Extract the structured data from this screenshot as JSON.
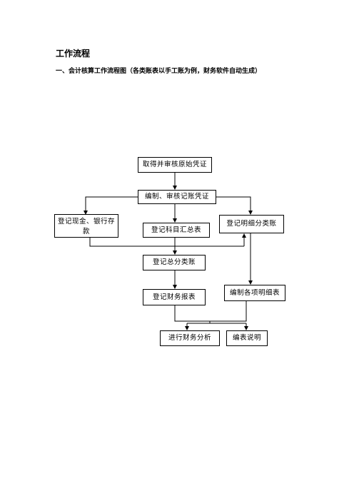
{
  "doc": {
    "title": "工作流程",
    "subtitle": "一、会计核算工作流程图（各类账表以手工账为例，财务软件自动生成）"
  },
  "flow": {
    "n1": "取得并审核原始凭证",
    "n2": "编制、审核记账凭证",
    "n3": "登记现金、银行存款",
    "n4": "登记科目汇总表",
    "n5": "登记明细分类账",
    "n6": "登记总分类账",
    "n7": "登记财务报表",
    "n8": "编制各项明细表",
    "n9": "进行财务分析",
    "n10": "编表说明"
  }
}
